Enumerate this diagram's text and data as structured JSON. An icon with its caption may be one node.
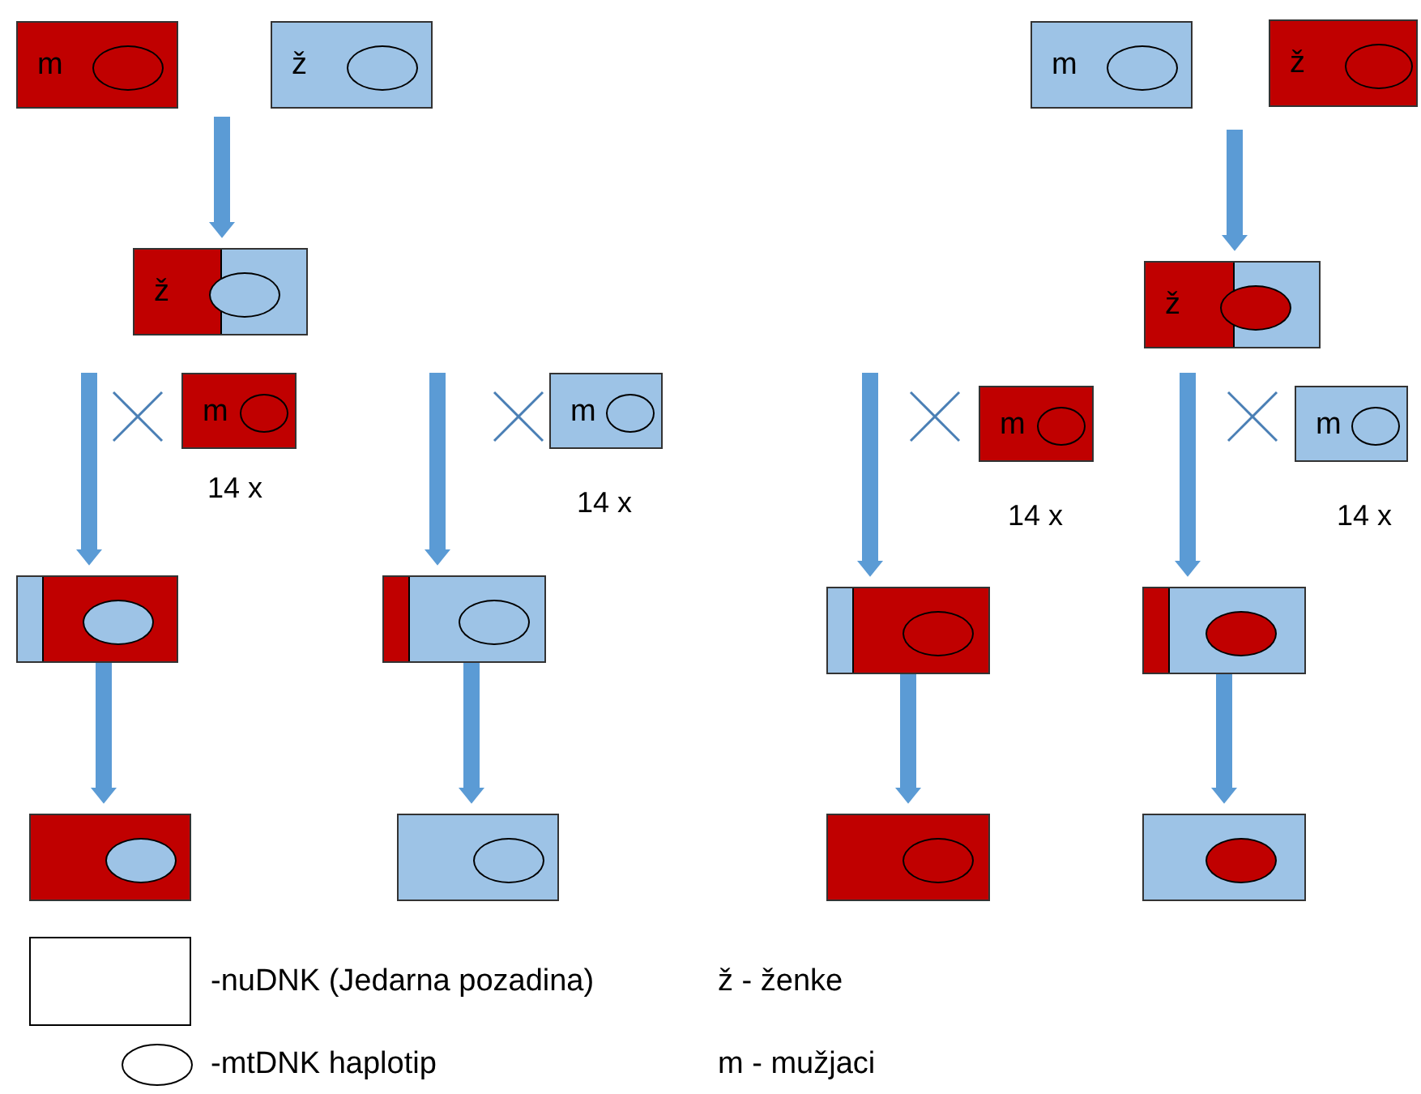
{
  "diagram": {
    "nodes": [
      {
        "text": [
          "m"
        ]
      },
      {
        "text": [
          "ž"
        ]
      },
      {
        "text": [
          "ž"
        ]
      },
      {
        "text": [
          "m"
        ],
        "beside": [
          "14 x"
        ]
      },
      {
        "text": [
          "m"
        ],
        "beside": [
          "14 x"
        ]
      },
      {
        "text": [
          "m"
        ]
      },
      {
        "text": [
          "ž"
        ]
      },
      {
        "text": [
          "ž"
        ]
      },
      {
        "text": [
          "m"
        ],
        "beside": [
          "14 x"
        ]
      },
      {
        "text": [
          "m"
        ],
        "beside": [
          "14 x"
        ]
      },
      {
        "text": [],
        "shape": "box"
      },
      {
        "text": [],
        "shape": "box"
      },
      {
        "text": [],
        "shape": "box"
      },
      {
        "text": [],
        "shape": "box"
      },
      {
        "text": [],
        "shape": "box"
      },
      {
        "text": [],
        "shape": "box"
      },
      {
        "text": [],
        "shape": "box"
      },
      {
        "text": [],
        "shape": "box"
      }
    ],
    "edges": [
      {
        "from": null,
        "to": 2,
        "arrow": "to"
      },
      {
        "from": null,
        "to": 10,
        "arrow": "to"
      },
      {
        "from": null,
        "to": 11,
        "arrow": "to"
      },
      {
        "from": null,
        "to": 7,
        "arrow": "to"
      },
      {
        "from": null,
        "to": 12,
        "arrow": "to"
      },
      {
        "from": null,
        "to": 13,
        "arrow": "to"
      },
      {
        "from": 10,
        "to": 14,
        "arrow": "to"
      },
      {
        "from": 11,
        "to": 15,
        "arrow": "to"
      },
      {
        "from": 12,
        "to": 16,
        "arrow": "to"
      },
      {
        "from": 13,
        "to": 17,
        "arrow": "to"
      }
    ],
    "labels": [
      "ž - ženke",
      "m - mužjaci"
    ],
    "legend": [
      {
        "text": "-nuDNK (Jedarna pozadina)"
      },
      {
        "text": "-mtDNK haplotip"
      }
    ]
  }
}
